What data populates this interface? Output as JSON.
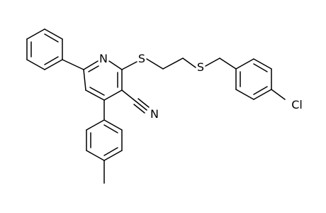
{
  "atoms": {
    "n_label": "N",
    "s1_label": "S",
    "s2_label": "S",
    "nitrile_label": "N",
    "cl_label": "Cl"
  }
}
